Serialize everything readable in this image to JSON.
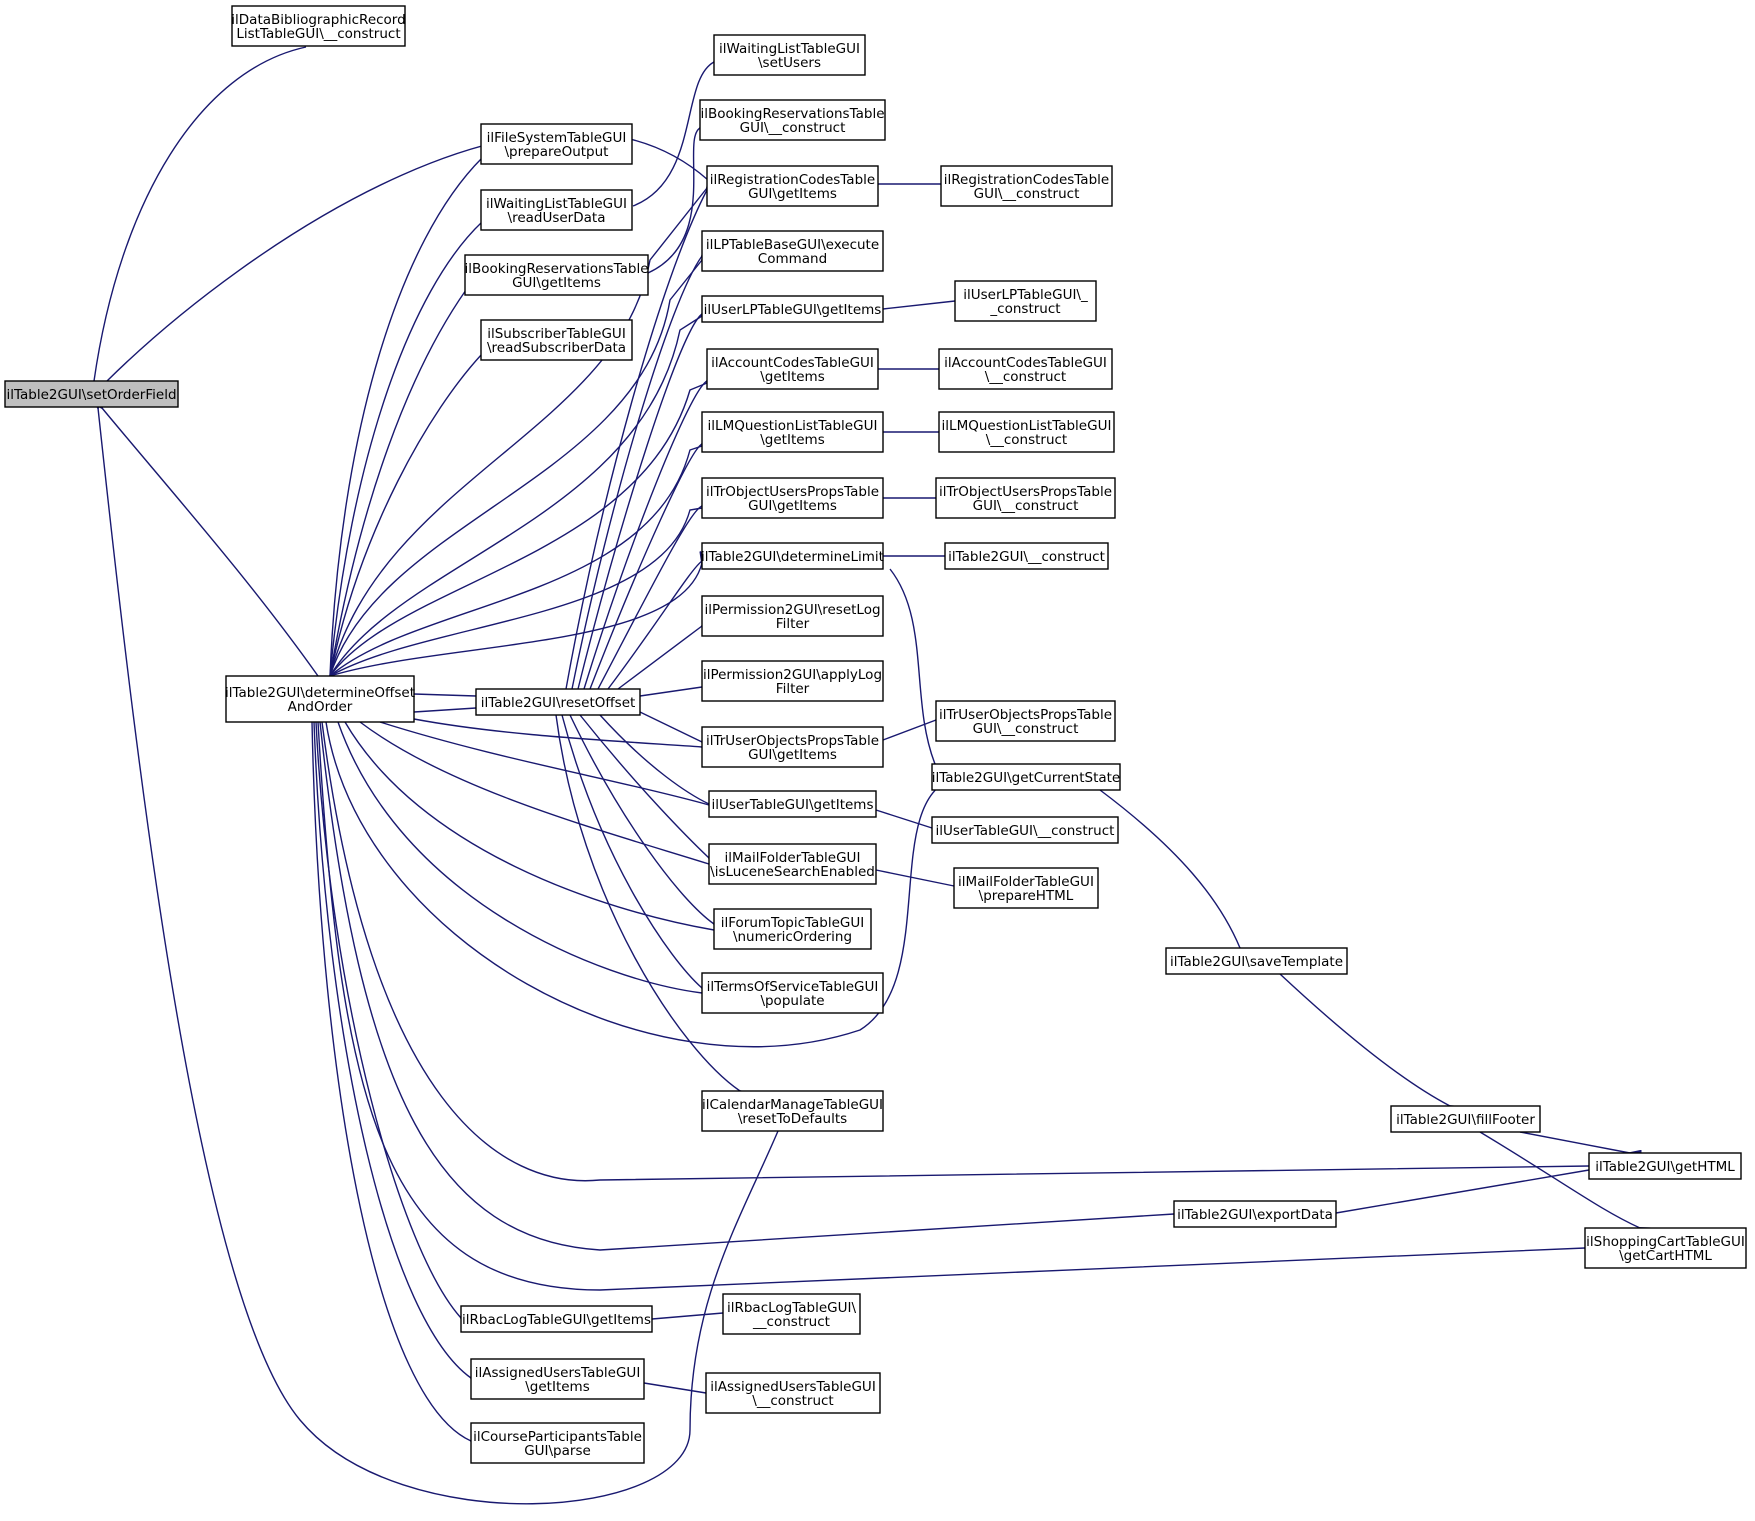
{
  "nodes": {
    "root": [
      "ilTable2GUI\\setOrderField"
    ],
    "databib": [
      "ilDataBibliographicRecord",
      "ListTableGUI\\__construct"
    ],
    "determine": [
      "ilTable2GUI\\determineOffset",
      "AndOrder"
    ],
    "reset": [
      "ilTable2GUI\\resetOffset"
    ],
    "filesystem": [
      "ilFileSystemTableGUI",
      "\\prepareOutput"
    ],
    "waitread": [
      "ilWaitingListTableGUI",
      "\\readUserData"
    ],
    "bookget": [
      "ilBookingReservationsTable",
      "GUI\\getItems"
    ],
    "subscriber": [
      "ilSubscriberTableGUI",
      "\\readSubscriberData"
    ],
    "waitset": [
      "ilWaitingListTableGUI",
      "\\setUsers"
    ],
    "bookcons": [
      "ilBookingReservationsTable",
      "GUI\\__construct"
    ],
    "regget": [
      "ilRegistrationCodesTable",
      "GUI\\getItems"
    ],
    "regcons": [
      "ilRegistrationCodesTable",
      "GUI\\__construct"
    ],
    "lpexec": [
      "ilLPTableBaseGUI\\execute",
      "Command"
    ],
    "userlpget": [
      "ilUserLPTableGUI\\getItems"
    ],
    "userlpcons": [
      "ilUserLPTableGUI\\_",
      "_construct"
    ],
    "accget": [
      "ilAccountCodesTableGUI",
      "\\getItems"
    ],
    "acccons": [
      "ilAccountCodesTableGUI",
      "\\__construct"
    ],
    "lmqget": [
      "ilLMQuestionListTableGUI",
      "\\getItems"
    ],
    "lmqcons": [
      "ilLMQuestionListTableGUI",
      "\\__construct"
    ],
    "trobjget": [
      "ilTrObjectUsersPropsTable",
      "GUI\\getItems"
    ],
    "trobjcons": [
      "ilTrObjectUsersPropsTable",
      "GUI\\__construct"
    ],
    "detlimit": [
      "ilTable2GUI\\determineLimit"
    ],
    "t2cons": [
      "ilTable2GUI\\__construct"
    ],
    "permreset": [
      "ilPermission2GUI\\resetLog",
      "Filter"
    ],
    "permapply": [
      "ilPermission2GUI\\applyLog",
      "Filter"
    ],
    "truserget": [
      "ilTrUserObjectsPropsTable",
      "GUI\\getItems"
    ],
    "trusercons": [
      "ilTrUserObjectsPropsTable",
      "GUI\\__construct"
    ],
    "curstate": [
      "ilTable2GUI\\getCurrentState"
    ],
    "userget": [
      "ilUserTableGUI\\getItems"
    ],
    "usercons": [
      "ilUserTableGUI\\__construct"
    ],
    "mailluc": [
      "ilMailFolderTableGUI",
      "\\isLuceneSearchEnabled"
    ],
    "mailprep": [
      "ilMailFolderTableGUI",
      "\\prepareHTML"
    ],
    "forum": [
      "ilForumTopicTableGUI",
      "\\numericOrdering"
    ],
    "terms": [
      "ilTermsOfServiceTableGUI",
      "\\populate"
    ],
    "savetpl": [
      "ilTable2GUI\\saveTemplate"
    ],
    "calendar": [
      "ilCalendarManageTableGUI",
      "\\resetToDefaults"
    ],
    "fillfooter": [
      "ilTable2GUI\\fillFooter"
    ],
    "gethtml": [
      "ilTable2GUI\\getHTML"
    ],
    "export": [
      "ilTable2GUI\\exportData"
    ],
    "shopping": [
      "ilShoppingCartTableGUI",
      "\\getCartHTML"
    ],
    "rbacget": [
      "ilRbacLogTableGUI\\getItems"
    ],
    "rbaccons": [
      "ilRbacLogTableGUI\\",
      "__construct"
    ],
    "assget": [
      "ilAssignedUsersTableGUI",
      "\\getItems"
    ],
    "asscons": [
      "ilAssignedUsersTableGUI",
      "\\__construct"
    ],
    "course": [
      "ilCourseParticipantsTable",
      "GUI\\parse"
    ]
  }
}
